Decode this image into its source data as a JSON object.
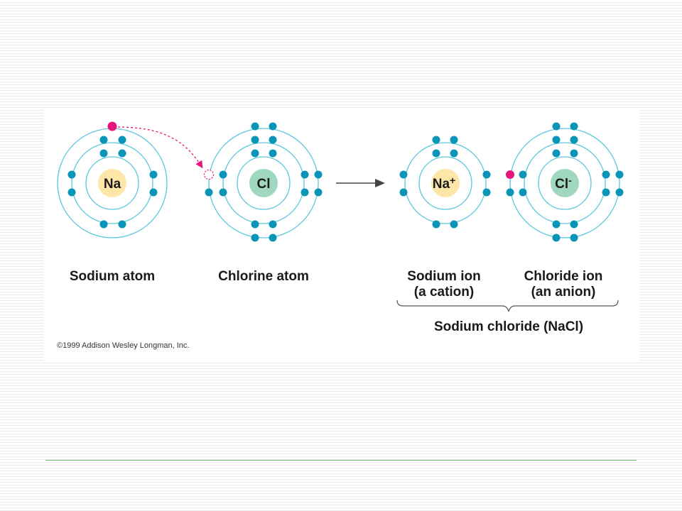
{
  "diagram": {
    "atoms": [
      {
        "symbol": "Na",
        "charge": ""
      },
      {
        "symbol": "Cl",
        "charge": ""
      },
      {
        "symbol": "Na",
        "charge": "+"
      },
      {
        "symbol": "Cl",
        "charge": "-"
      }
    ],
    "labels": {
      "sodium_atom": "Sodium atom",
      "chlorine_atom": "Chlorine atom",
      "sodium_ion": "Sodium ion",
      "sodium_ion_sub": "(a cation)",
      "chloride_ion": "Chloride ion",
      "chloride_ion_sub": "(an anion)",
      "compound": "Sodium chloride (NaCl)"
    },
    "copyright": "©1999 Addison Wesley Longman, Inc.",
    "colors": {
      "orbit": "#5cc8dc",
      "electron": "#0a94b8",
      "transferred_electron": "#e8147a",
      "na_nucleus": "#fde6a8",
      "cl_nucleus": "#9fd8bf",
      "arrow": "#444444",
      "footer_rule": "#7fbf7f"
    }
  }
}
